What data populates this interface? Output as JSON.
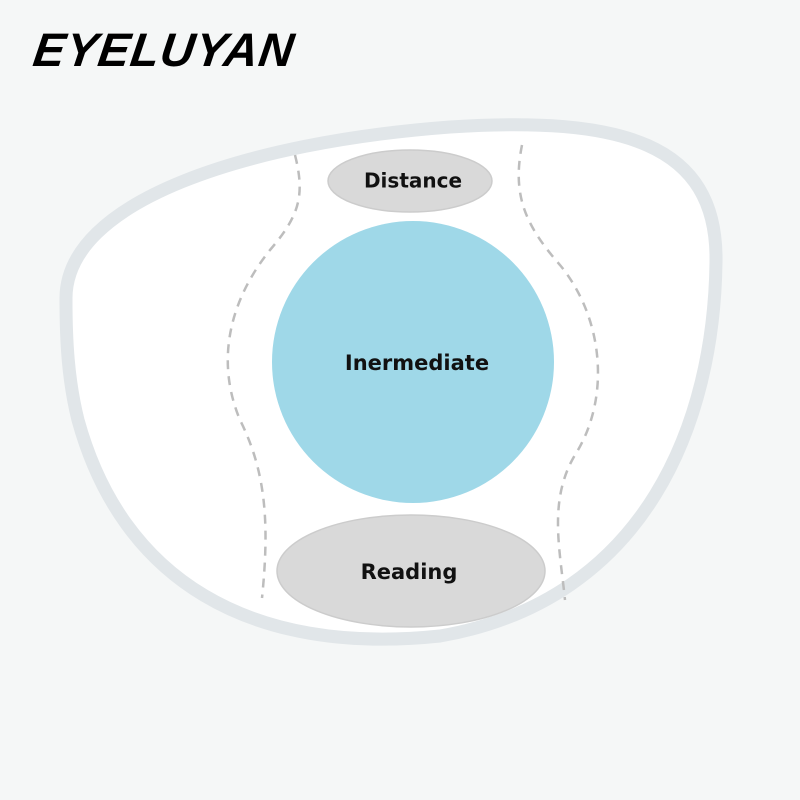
{
  "brand": "EYELUYAN",
  "zones": {
    "distance": "Distance",
    "intermediate": "Inermediate",
    "reading": "Reading"
  },
  "colors": {
    "background": "#f5f7f7",
    "rim": "#e1e6e9",
    "intermediate": "#9fd8e8",
    "zone_gray": "#d9d9d9",
    "dash": "#bdbdbd"
  }
}
